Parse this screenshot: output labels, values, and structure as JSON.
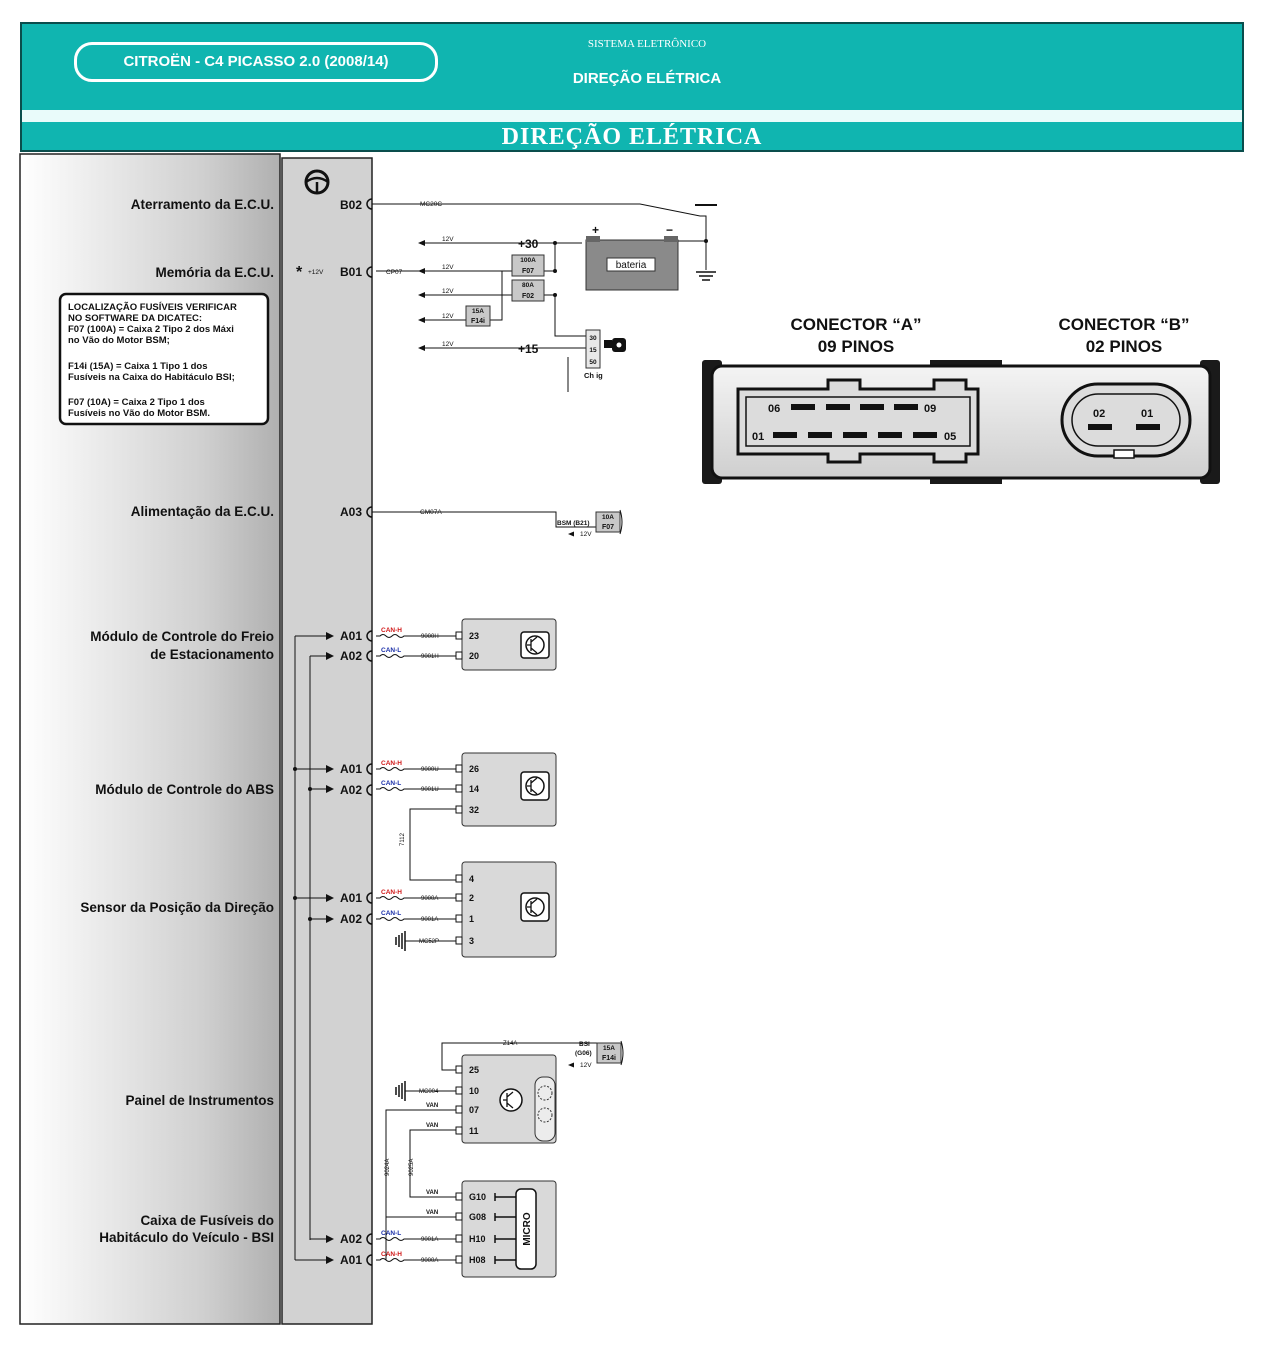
{
  "header": {
    "model": "CITROËN - C4 PICASSO  2.0 (2008/14)",
    "system": "SISTEMA ELETRÔNICO",
    "subsystem": "DIREÇÃO ELÉTRICA",
    "banner": "DIREÇÃO ELÉTRICA"
  },
  "labels": {
    "ground": "Aterramento da E.C.U.",
    "memory": "Memória da E.C.U.",
    "feed": "Alimentação da E.C.U.",
    "brake1": "Módulo de Controle do Freio",
    "brake2": "de Estacionamento",
    "abs": "Módulo de Controle do ABS",
    "sensor": "Sensor da Posição da Direção",
    "panel": "Painel de Instrumentos",
    "bsi1": "Caixa de Fusíveis do",
    "bsi2": "Habitáculo do Veículo - BSI"
  },
  "fuse_note": [
    "LOCALIZAÇÃO FUSÍVEIS VERIFICAR",
    "NO SOFTWARE DA DICATEC:",
    "F07 (100A) = Caixa 2 Tipo 2 dos Máxi",
    "no Vão do Motor BSM;",
    "F14i (15A) = Caixa 1 Tipo 1 dos",
    "Fusíveis na Caixa do Habitáculo BSI;",
    "F07 (10A) = Caixa 2 Tipo 1 dos",
    "Fusíveis no Vão do Motor BSM."
  ],
  "pins": {
    "b02": "B02",
    "b01": "B01",
    "a03": "A03",
    "a01": "A01",
    "a02": "A02",
    "star": "*",
    "plus12": "+12V"
  },
  "wires": {
    "mc20c": "MC20C",
    "cp07": "CP07",
    "cm07a": "CM07A",
    "w9000h": "9000H",
    "w9001h": "9001H",
    "w9000u": "9000U",
    "w9001u": "9001U",
    "w9000a": "9000A",
    "w9001a": "9001A",
    "mc52p": "MC52P",
    "w7112": "7112",
    "z14a": "Z14A",
    "mc004": "MC004",
    "van": "VAN",
    "w9024a": "9024A",
    "w9025a": "9025A",
    "canh": "CAN-H",
    "canl": "CAN-L"
  },
  "power": {
    "v12": "12V",
    "p30": "+30",
    "p15": "+15",
    "battery": "bateria",
    "plus": "+",
    "minus": "−",
    "f100a": "100A",
    "f07": "F07",
    "f80a": "80A",
    "f02": "F02",
    "f15a": "15A",
    "f14i": "F14i",
    "f10a": "10A",
    "bsm": "BSM (B21)",
    "bsi": "BSI",
    "g06": "(G06)",
    "s30": "30",
    "s15": "15",
    "s50": "50",
    "chig": "Ch ig"
  },
  "module_pins": {
    "brake": [
      "23",
      "20"
    ],
    "abs": [
      "26",
      "14",
      "32"
    ],
    "sensor": [
      "4",
      "2",
      "1",
      "3"
    ],
    "panel": [
      "25",
      "10",
      "07",
      "11"
    ],
    "bsi": [
      "G10",
      "G08",
      "H10",
      "H08"
    ],
    "micro": "MICRO"
  },
  "connectors": {
    "a_title": "CONECTOR “A”",
    "a_sub": "09 PINOS",
    "b_title": "CONECTOR “B”",
    "b_sub": "02 PINOS",
    "a06": "06",
    "a09": "09",
    "a01": "01",
    "a05": "05",
    "b02": "02",
    "b01": "01"
  }
}
